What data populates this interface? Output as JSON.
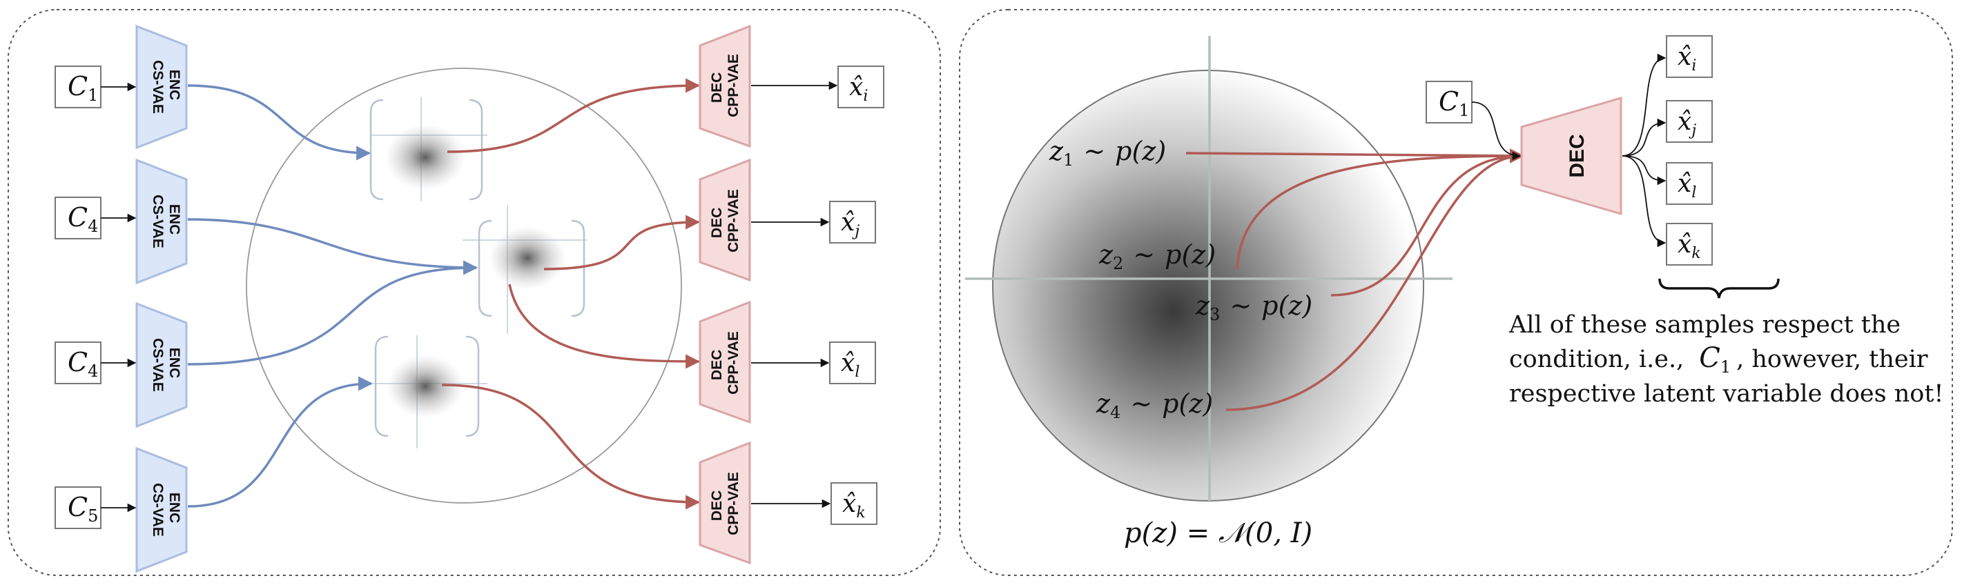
{
  "colors": {
    "enc_fill": "#dbe6f8",
    "enc_stroke": "#a9bde0",
    "enc_arrow": "#6f8bbd",
    "dec_fill": "#f7dcdc",
    "dec_stroke": "#dba5a5",
    "dec_arrow": "#b05b55",
    "panel_border": "#555555"
  },
  "icons": [
    "encoder-trapezoid",
    "decoder-trapezoid",
    "gaussian-blob",
    "brace"
  ],
  "left_panel": {
    "encoder_line1": "ENC",
    "encoder_line2": "CS-VAE",
    "decoder_line1": "DEC",
    "decoder_line2": "CPP-VAE",
    "conditions": [
      {
        "base": "C",
        "sub": "1"
      },
      {
        "base": "C",
        "sub": "4"
      },
      {
        "base": "C",
        "sub": "4"
      },
      {
        "base": "C",
        "sub": "5"
      }
    ],
    "outputs": [
      {
        "base": "x̂",
        "sub": "i"
      },
      {
        "base": "x̂",
        "sub": "j"
      },
      {
        "base": "x̂",
        "sub": "l"
      },
      {
        "base": "x̂",
        "sub": "k"
      }
    ]
  },
  "right_panel": {
    "condition": {
      "base": "C",
      "sub": "1"
    },
    "decoder_label": "DEC",
    "samples": [
      {
        "z": "z",
        "sub": "1",
        "rel": "∼",
        "dist": "p(z)"
      },
      {
        "z": "z",
        "sub": "2",
        "rel": "∼",
        "dist": "p(z)"
      },
      {
        "z": "z",
        "sub": "3",
        "rel": "∼",
        "dist": "p(z)"
      },
      {
        "z": "z",
        "sub": "4",
        "rel": "∼",
        "dist": "p(z)"
      }
    ],
    "outputs": [
      {
        "base": "x̂",
        "sub": "i"
      },
      {
        "base": "x̂",
        "sub": "j"
      },
      {
        "base": "x̂",
        "sub": "l"
      },
      {
        "base": "x̂",
        "sub": "k"
      }
    ],
    "prior_label": "p(z) = 𝒩(0, I)",
    "note_line1": "All of these samples respect the",
    "note_line2_a": "condition, i.e.,",
    "note_line2_sym": "C",
    "note_line2_sub": "1",
    "note_line2_b": ", however, their",
    "note_line3": "respective latent variable does not!"
  }
}
